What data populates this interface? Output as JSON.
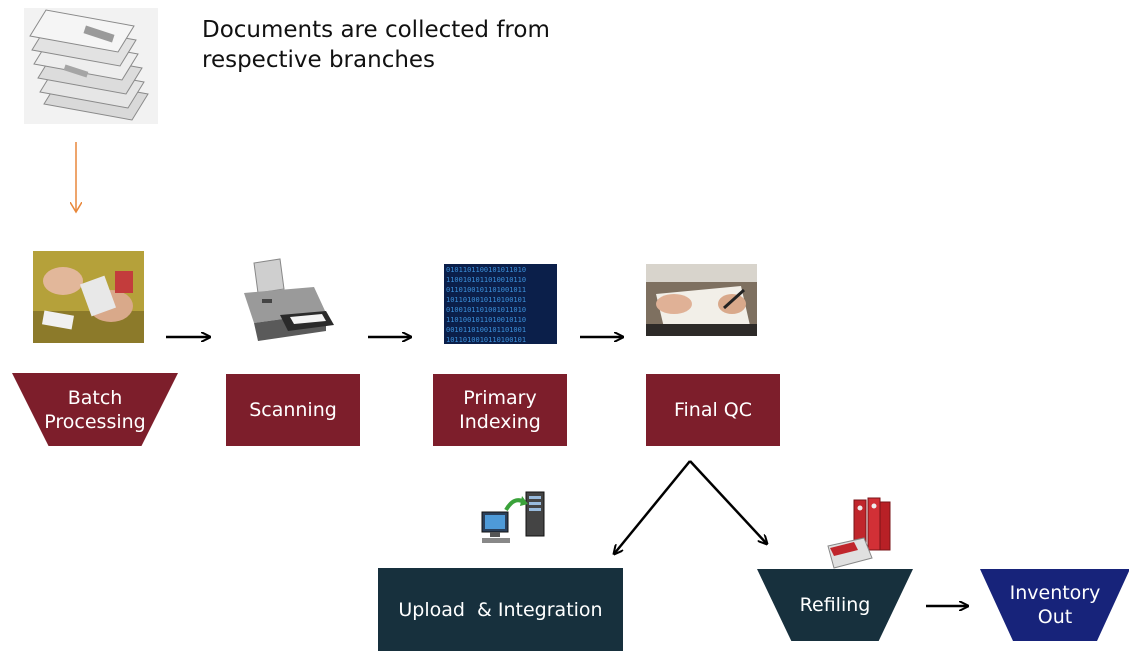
{
  "intro": {
    "line1": "Documents are collected from",
    "line2": "respective branches"
  },
  "steps": {
    "batch_processing": {
      "line1": "Batch",
      "line2": "Processing"
    },
    "scanning": {
      "label": "Scanning"
    },
    "primary_indexing": {
      "line1": "Primary",
      "line2": "Indexing"
    },
    "final_qc": {
      "label": "Final QC"
    },
    "upload_integration": {
      "label": "Upload  & Integration"
    },
    "refiling": {
      "label": "Refiling"
    },
    "inventory_out": {
      "line1": "Inventory",
      "line2": "Out"
    }
  },
  "colors": {
    "maroon": "#7d1e2b",
    "dark_teal": "#17303d",
    "navy": "#17237a",
    "orange_arrow": "#e8873a",
    "arrow": "#000000"
  }
}
